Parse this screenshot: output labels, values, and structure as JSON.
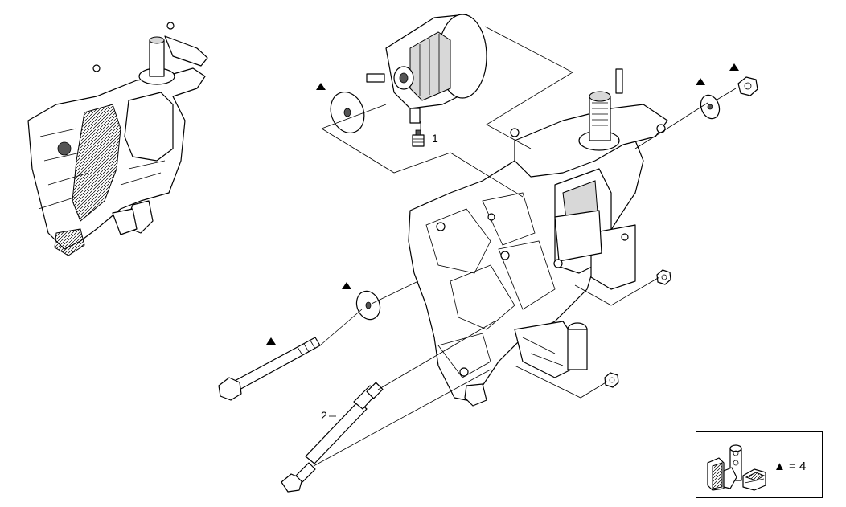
{
  "callouts": {
    "part_1": "1",
    "part_2": "2"
  },
  "markers": {
    "triangle_symbol": "▲"
  },
  "legend": {
    "triangle_symbol": "▲",
    "equals_text": "= 4",
    "icon": "fastener-kit-icon"
  },
  "colors": {
    "line": "#000000",
    "background": "#ffffff",
    "shade": "#d8d8d8"
  }
}
